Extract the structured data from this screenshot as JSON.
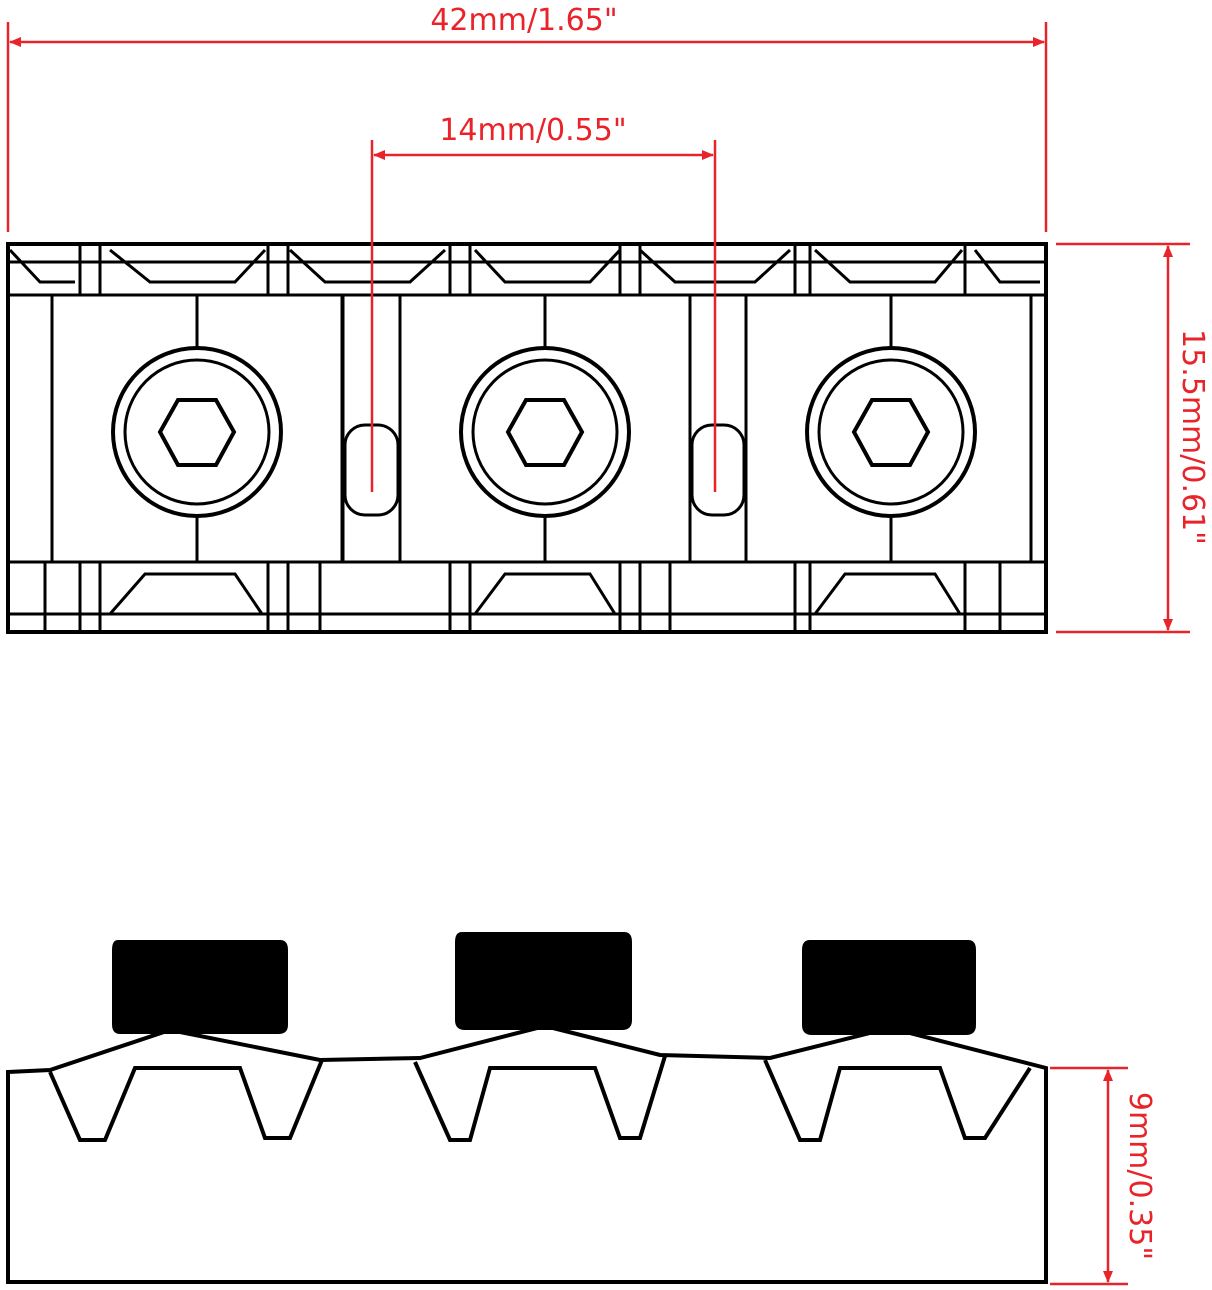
{
  "title": "Guitar locking nut dimensions",
  "colors": {
    "dimension": "#e8232a",
    "outline": "#000000"
  },
  "dimensions": {
    "overall_width": "42mm/1.65\"",
    "string_spacing": "14mm/0.55\"",
    "depth": "15.5mm/0.61\"",
    "height": "9mm/0.35\""
  }
}
